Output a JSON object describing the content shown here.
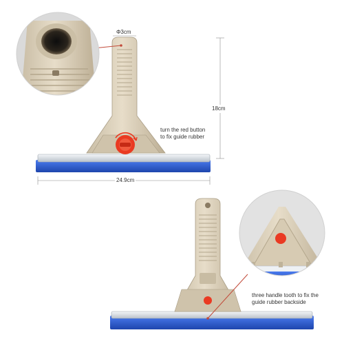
{
  "product": {
    "top": {
      "diameter": "Φ3cm",
      "height": "18cm",
      "width": "24.9cm",
      "button_note_line1": "turn the red button",
      "button_note_line2": "to fix guide rubber"
    },
    "bottom": {
      "tooth_note_line1": "three handle tooth to fix the",
      "tooth_note_line2": "guide rubber backside"
    }
  },
  "colors": {
    "handle": "#d9ceb8",
    "handle_shadow": "#b9ad95",
    "blade": "#2f5fd6",
    "blade_dark": "#1e45ad",
    "rail": "#dfe4ea",
    "button": "#ea3a22",
    "dimension_line": "#c24b3a"
  }
}
